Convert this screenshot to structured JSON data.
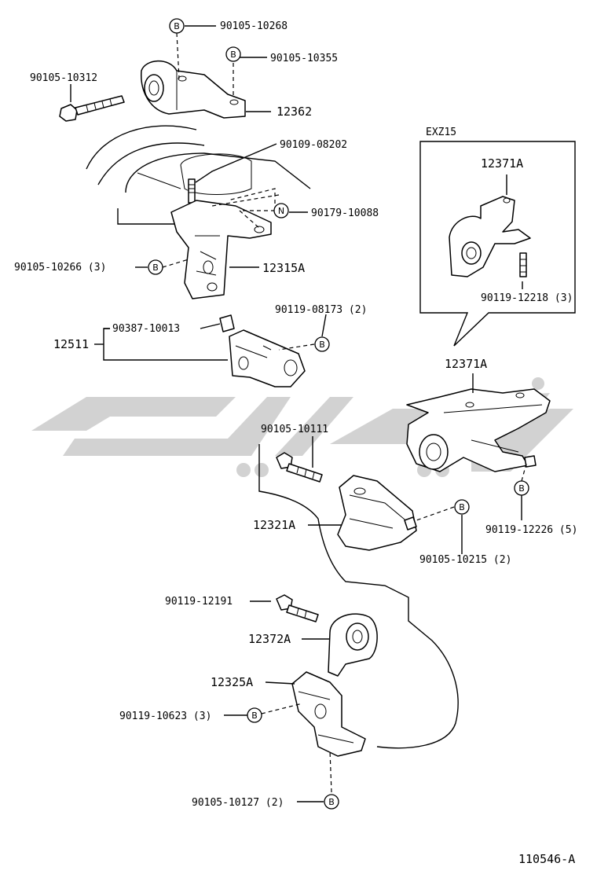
{
  "callout_box_label": "EXZ15",
  "drawing_number": "110546-A",
  "watermark_text": "توی یدکی",
  "symbols": {
    "bolt": "B",
    "nut": "N"
  },
  "parts": [
    {
      "id": "p1",
      "text": "90105-10268"
    },
    {
      "id": "p2",
      "text": "90105-10355"
    },
    {
      "id": "p3",
      "text": "90105-10312"
    },
    {
      "id": "p4",
      "text": "12362"
    },
    {
      "id": "p5",
      "text": "90109-08202"
    },
    {
      "id": "p6",
      "text": "90179-10088"
    },
    {
      "id": "p7",
      "text": "90105-10266 (3)"
    },
    {
      "id": "p8",
      "text": "12315A"
    },
    {
      "id": "p9",
      "text": "90119-08173 (2)"
    },
    {
      "id": "p10",
      "text": "90387-10013"
    },
    {
      "id": "p11",
      "text": "12511"
    },
    {
      "id": "p12",
      "text": "12371A"
    },
    {
      "id": "p13",
      "text": "90119-12218 (3)"
    },
    {
      "id": "p14",
      "text": "12371A"
    },
    {
      "id": "p15",
      "text": "90105-10111"
    },
    {
      "id": "p16",
      "text": "90119-12226 (5)"
    },
    {
      "id": "p17",
      "text": "12321A"
    },
    {
      "id": "p18",
      "text": "90105-10215 (2)"
    },
    {
      "id": "p19",
      "text": "90119-12191"
    },
    {
      "id": "p20",
      "text": "12372A"
    },
    {
      "id": "p21",
      "text": "12325A"
    },
    {
      "id": "p22",
      "text": "90119-10623 (3)"
    },
    {
      "id": "p23",
      "text": "90105-10127 (2)"
    }
  ]
}
